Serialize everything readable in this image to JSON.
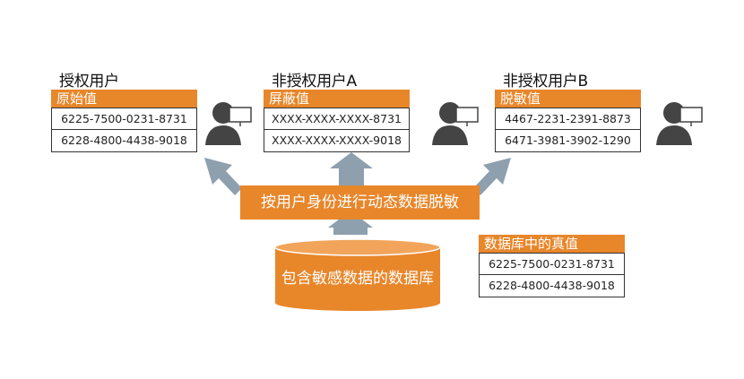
{
  "groups": [
    {
      "title": "授权用户",
      "header": "原始值",
      "rows": [
        "6225-7500-0231-8731",
        "6228-4800-4438-9018"
      ]
    },
    {
      "title": "非授权用户A",
      "header": "屏蔽值",
      "rows": [
        "XXXX-XXXX-XXXX-8731",
        "XXXX-XXXX-XXXX-9018"
      ]
    },
    {
      "title": "非授权用户B",
      "header": "脱敏值",
      "rows": [
        "4467-2231-2391-8873",
        "6471-3981-3902-1290"
      ]
    }
  ],
  "process_label": "按用户身份进行动态数据脱敏",
  "database_label": "包含敏感数据的数据库",
  "real_values": {
    "header": "数据库中的真值",
    "rows": [
      "6225-7500-0231-8731",
      "6228-4800-4438-9018"
    ]
  },
  "colors": {
    "accent": "#e8862a",
    "arrow": "#8e9fae",
    "icon": "#444444"
  }
}
